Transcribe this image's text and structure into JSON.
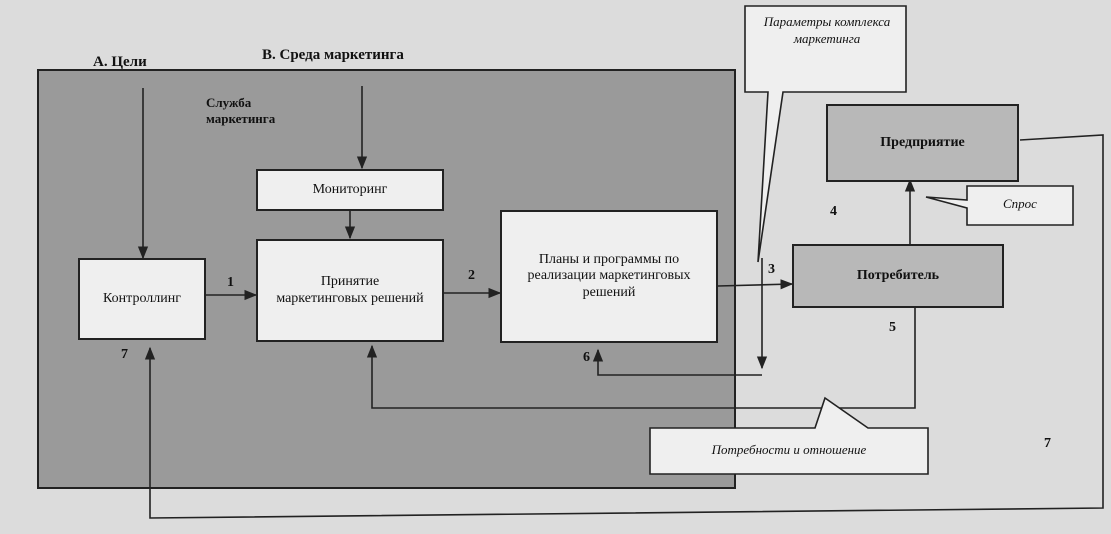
{
  "labels": {
    "goals": "А. Цели",
    "environment": "В. Среда маркетинга",
    "service": "Служба маркетинга"
  },
  "boxes": {
    "monitoring": "Мониторинг",
    "decisions": "Принятие маркетинговых решений",
    "plans": "Планы и программы по реализации маркетинговых решений",
    "controlling": "Контроллинг",
    "enterprise": "Предприятие",
    "consumer": "Потребитель"
  },
  "callouts": {
    "mix_params": "Параметры комплекса маркетинга",
    "demand": "Спрос",
    "needs": "Потребности и отношение"
  },
  "numbers": {
    "n1": "1",
    "n2": "2",
    "n3": "3",
    "n4": "4",
    "n5": "5",
    "n6": "6",
    "n7a": "7",
    "n7b": "7"
  },
  "colors": {
    "panel": "#9a9a9a",
    "box_light": "#efefef",
    "box_dark": "#b8b8b8",
    "background": "#dcdcdc",
    "line": "#222222"
  }
}
